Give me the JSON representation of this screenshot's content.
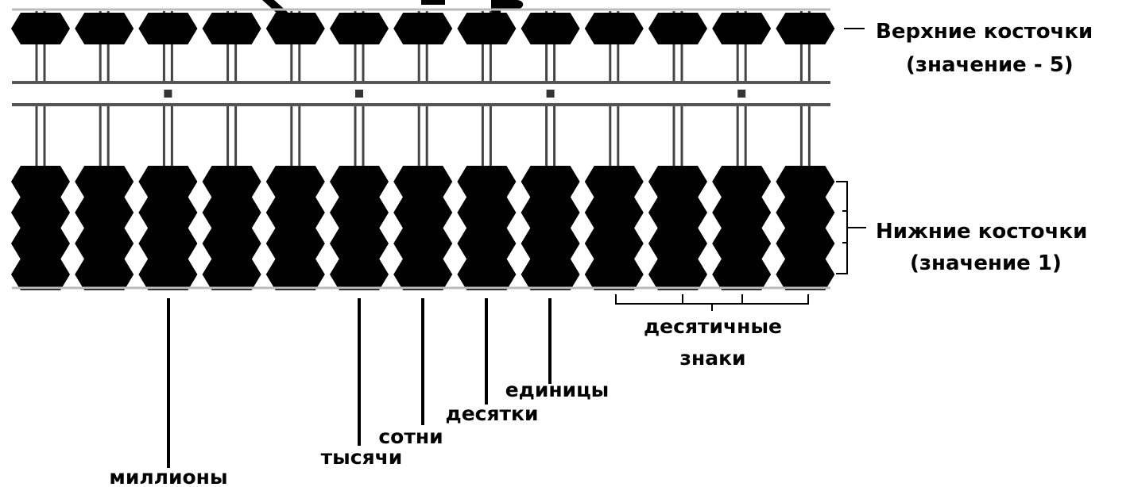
{
  "abacus": {
    "rod_count": 13,
    "upper_beads_per_rod": 1,
    "lower_beads_per_rod": 4,
    "unit_dot_rods": [
      3,
      6,
      9,
      12
    ]
  },
  "labels": {
    "upper_beads": "Верхние косточки",
    "upper_value": "(значение - 5)",
    "lower_beads": "Нижние косточки",
    "lower_value": "(значение 1)",
    "decimals_line1": "десятичные",
    "decimals_line2": "знаки",
    "millions": "миллионы",
    "thousands": "тысячи",
    "hundreds": "сотни",
    "tens": "десятки",
    "units": "единицы"
  },
  "colors": {
    "bead": "#000000",
    "frame": "#555555",
    "frame_edge": "#bbbbbb",
    "rod": "#444444"
  }
}
